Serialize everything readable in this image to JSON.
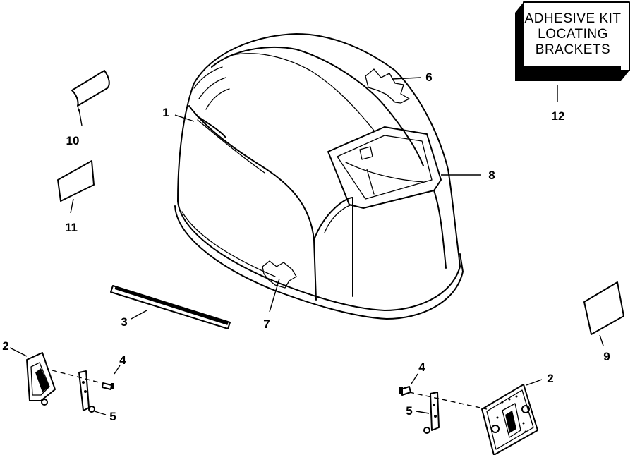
{
  "kit_box": {
    "line1": "ADHESIVE KIT",
    "line2": "LOCATING",
    "line3": "BRACKETS"
  },
  "labels": {
    "p1": "1",
    "p2_left": "2",
    "p2_right": "2",
    "p3": "3",
    "p4_left": "4",
    "p4_right": "4",
    "p5_left": "5",
    "p5_right": "5",
    "p6": "6",
    "p7": "7",
    "p8": "8",
    "p9": "9",
    "p10": "10",
    "p11": "11",
    "p12": "12"
  }
}
